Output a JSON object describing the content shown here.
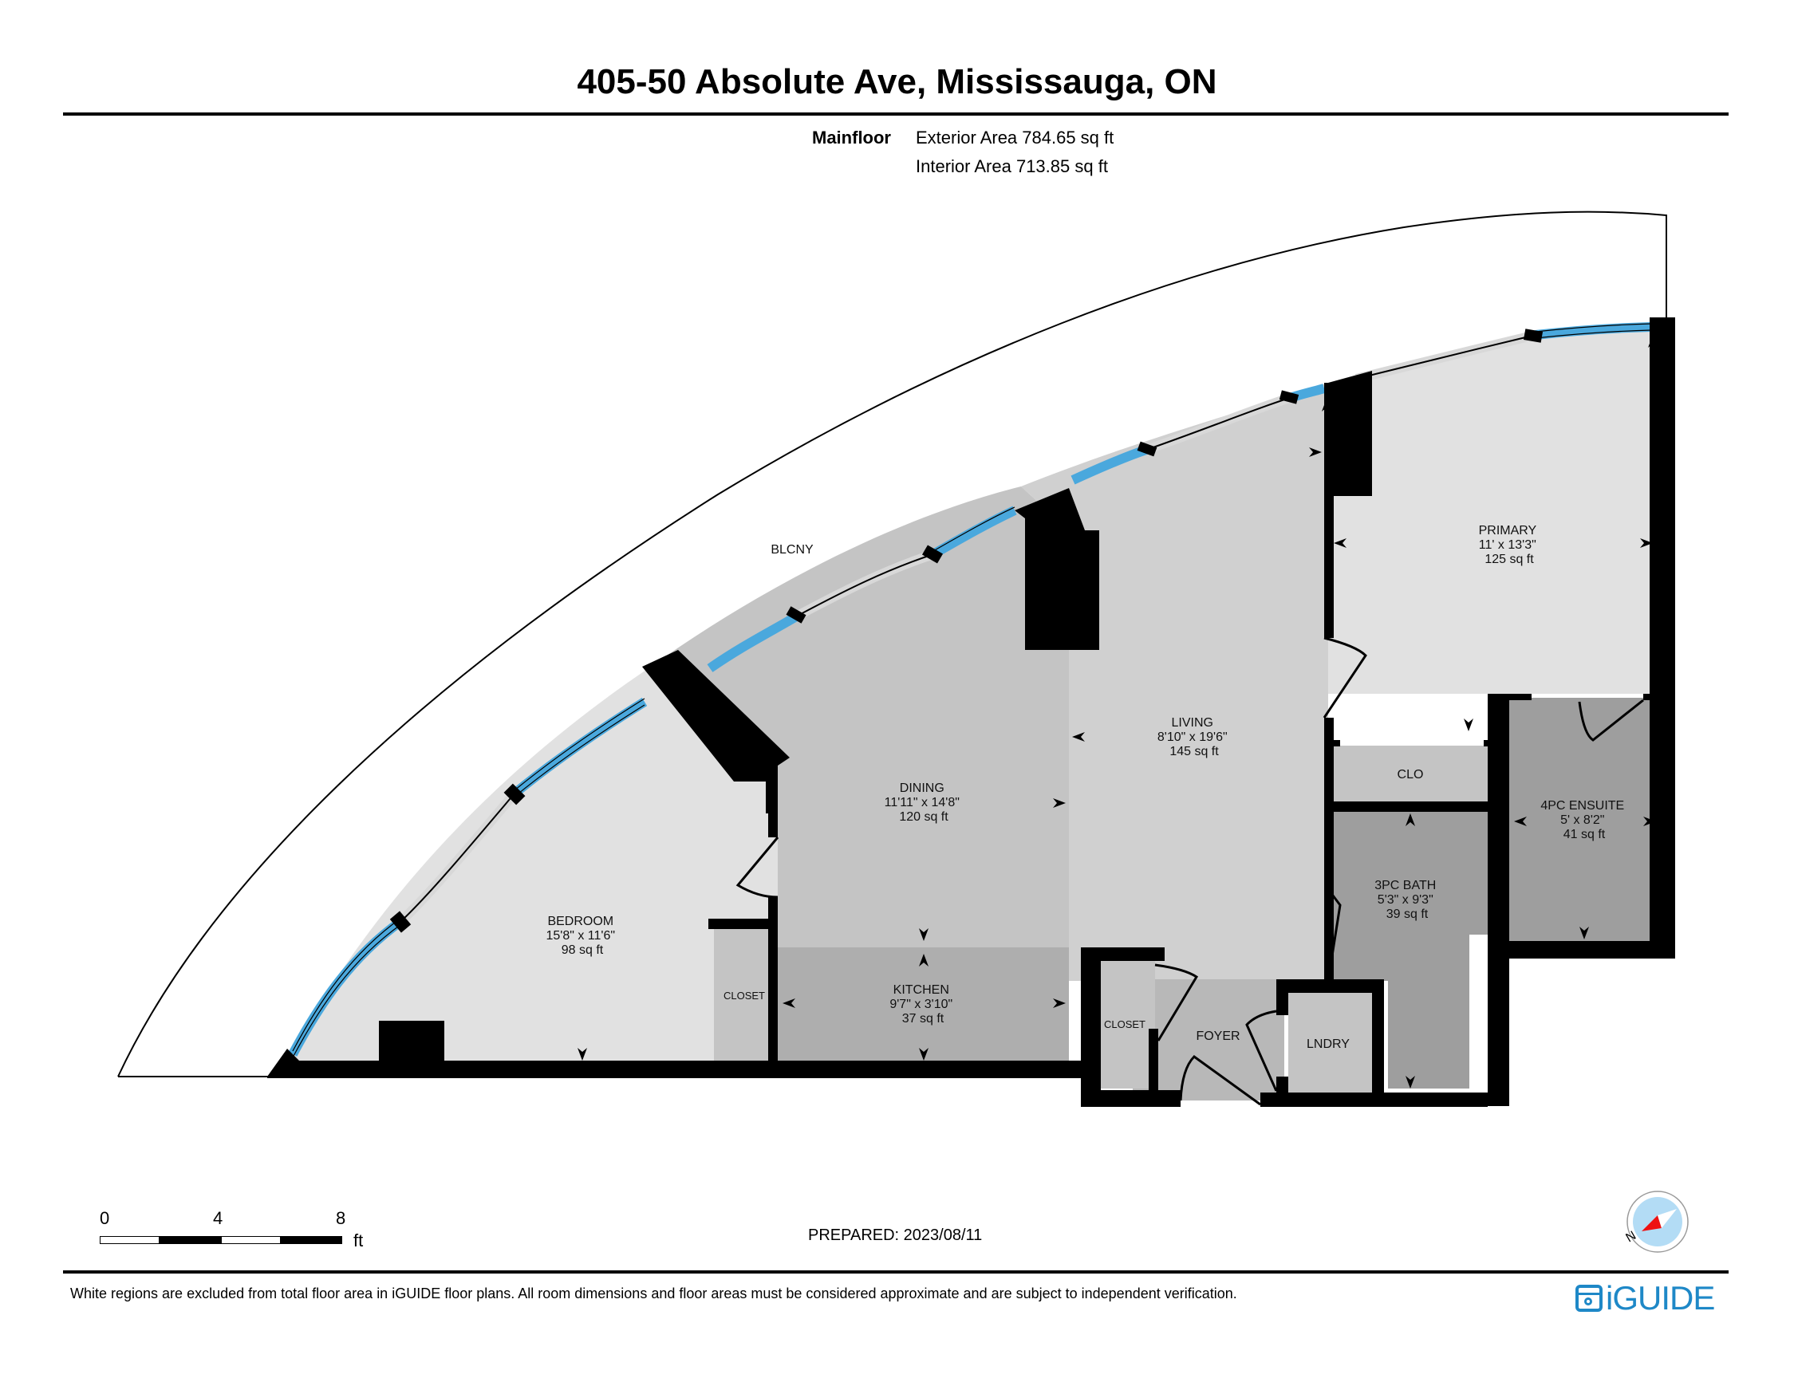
{
  "header": {
    "title": "405-50 Absolute Ave, Mississauga, ON"
  },
  "floor_summary": {
    "floor_name": "Mainfloor",
    "exterior_area": "Exterior Area 784.65 sq ft",
    "interior_area": "Interior Area 713.85 sq ft"
  },
  "rooms": [
    {
      "name": "BLCNY",
      "dims": "",
      "area": ""
    },
    {
      "name": "PRIMARY",
      "dims": "11' x 13'3\"",
      "area": "125 sq ft"
    },
    {
      "name": "LIVING",
      "dims": "8'10\" x 19'6\"",
      "area": "145 sq ft"
    },
    {
      "name": "DINING",
      "dims": "11'11\" x 14'8\"",
      "area": "120 sq ft"
    },
    {
      "name": "BEDROOM",
      "dims": "15'8\" x 11'6\"",
      "area": "98 sq ft"
    },
    {
      "name": "KITCHEN",
      "dims": "9'7\" x 3'10\"",
      "area": "37 sq ft"
    },
    {
      "name": "CLO",
      "dims": "",
      "area": ""
    },
    {
      "name": "4PC ENSUITE",
      "dims": "5' x 8'2\"",
      "area": "41 sq ft"
    },
    {
      "name": "3PC BATH",
      "dims": "5'3\" x 9'3\"",
      "area": "39 sq ft"
    },
    {
      "name": "CLOSET",
      "dims": "",
      "area": ""
    },
    {
      "name": "CLOSET",
      "dims": "",
      "area": ""
    },
    {
      "name": "FOYER",
      "dims": "",
      "area": ""
    },
    {
      "name": "LNDRY",
      "dims": "",
      "area": ""
    }
  ],
  "scale_bar": {
    "ticks": [
      "0",
      "4",
      "8"
    ],
    "unit": "ft"
  },
  "footer": {
    "prepared": "PREPARED: 2023/08/11",
    "disclaimer": "White regions are excluded from total floor area in iGUIDE floor plans. All room dimensions and floor areas must be considered approximate and are subject to independent verification.",
    "brand": "iGUIDE",
    "compass_label": "N"
  },
  "colors": {
    "window": "#4aa8dd",
    "wall": "#000000",
    "room_light": "#e1e1e1",
    "room_mid": "#d0d0d0",
    "room_dining": "#c4c4c4",
    "room_kitchen": "#aeaeae",
    "room_bath": "#9e9e9e",
    "brand": "#1e88c7",
    "compass_fill": "#b3dcf5",
    "compass_needle": "#ee1111"
  }
}
